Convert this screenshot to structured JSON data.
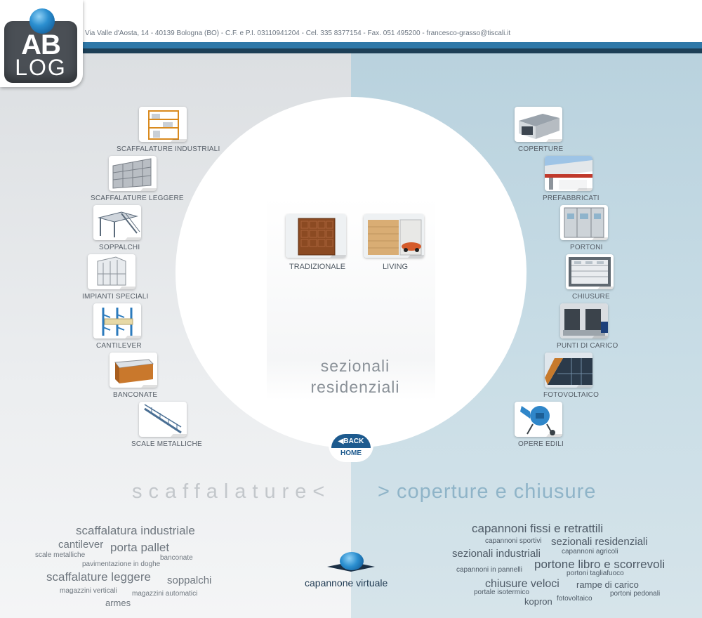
{
  "header": {
    "address": "Via Valle d'Aosta, 14 - 40139 Bologna (BO) - C.F. e P.I. 03110941204 - Cel. 335 8377154 - Fax. 051 495200 - francesco-grasso@tiscali.it"
  },
  "logo": {
    "top": "AB",
    "bottom": "LOG"
  },
  "left_menu": [
    {
      "label": "SCAFFALATURE INDUSTRIALI"
    },
    {
      "label": "SCAFFALATURE LEGGERE"
    },
    {
      "label": "SOPPALCHI"
    },
    {
      "label": "IMPIANTI SPECIALI"
    },
    {
      "label": "CANTILEVER"
    },
    {
      "label": "BANCONATE"
    },
    {
      "label": "SCALE METALLICHE"
    }
  ],
  "right_menu": [
    {
      "label": "COPERTURE"
    },
    {
      "label": "PREFABBRICATI"
    },
    {
      "label": "PORTONI"
    },
    {
      "label": "CHIUSURE"
    },
    {
      "label": "PUNTI DI CARICO"
    },
    {
      "label": "FOTOVOLTAICO"
    },
    {
      "label": "OPERE EDILI"
    }
  ],
  "center": {
    "options": [
      {
        "label": "TRADIZIONALE"
      },
      {
        "label": "LIVING"
      }
    ],
    "title_line1": "sezionali",
    "title_line2": "residenziali"
  },
  "back_button": {
    "top": "BACK",
    "bottom": "HOME"
  },
  "section_titles": {
    "left": "scaffalature<",
    "right": "> coperture e chiusure"
  },
  "tags_left": [
    {
      "text": "scaffalatura industriale"
    },
    {
      "text": "cantilever"
    },
    {
      "text": "porta pallet"
    },
    {
      "text": "scale metalliche"
    },
    {
      "text": "banconate"
    },
    {
      "text": "pavimentazione in doghe"
    },
    {
      "text": "scaffalature leggere"
    },
    {
      "text": "soppalchi"
    },
    {
      "text": "magazzini verticali"
    },
    {
      "text": "magazzini automatici"
    },
    {
      "text": "armes"
    }
  ],
  "tags_right": [
    {
      "text": "capannoni fissi e retrattili"
    },
    {
      "text": "capannoni sportivi"
    },
    {
      "text": "sezionali residenziali"
    },
    {
      "text": "capannoni agricoli"
    },
    {
      "text": "sezionali industriali"
    },
    {
      "text": "capannoni in pannelli"
    },
    {
      "text": "portone libro e scorrevoli"
    },
    {
      "text": "portoni tagliafuoco"
    },
    {
      "text": "chiusure veloci"
    },
    {
      "text": "rampe di carico"
    },
    {
      "text": "portale isotermico"
    },
    {
      "text": "portoni pedonali"
    },
    {
      "text": "kopron"
    },
    {
      "text": "fotovoltaico"
    }
  ],
  "virtual": {
    "label": "capannone virtuale"
  },
  "colors": {
    "accent": "#2f78a8",
    "dark_bar": "#1d3f56",
    "right_bg": "#c9dde6",
    "left_bg": "#e6e8ea"
  }
}
